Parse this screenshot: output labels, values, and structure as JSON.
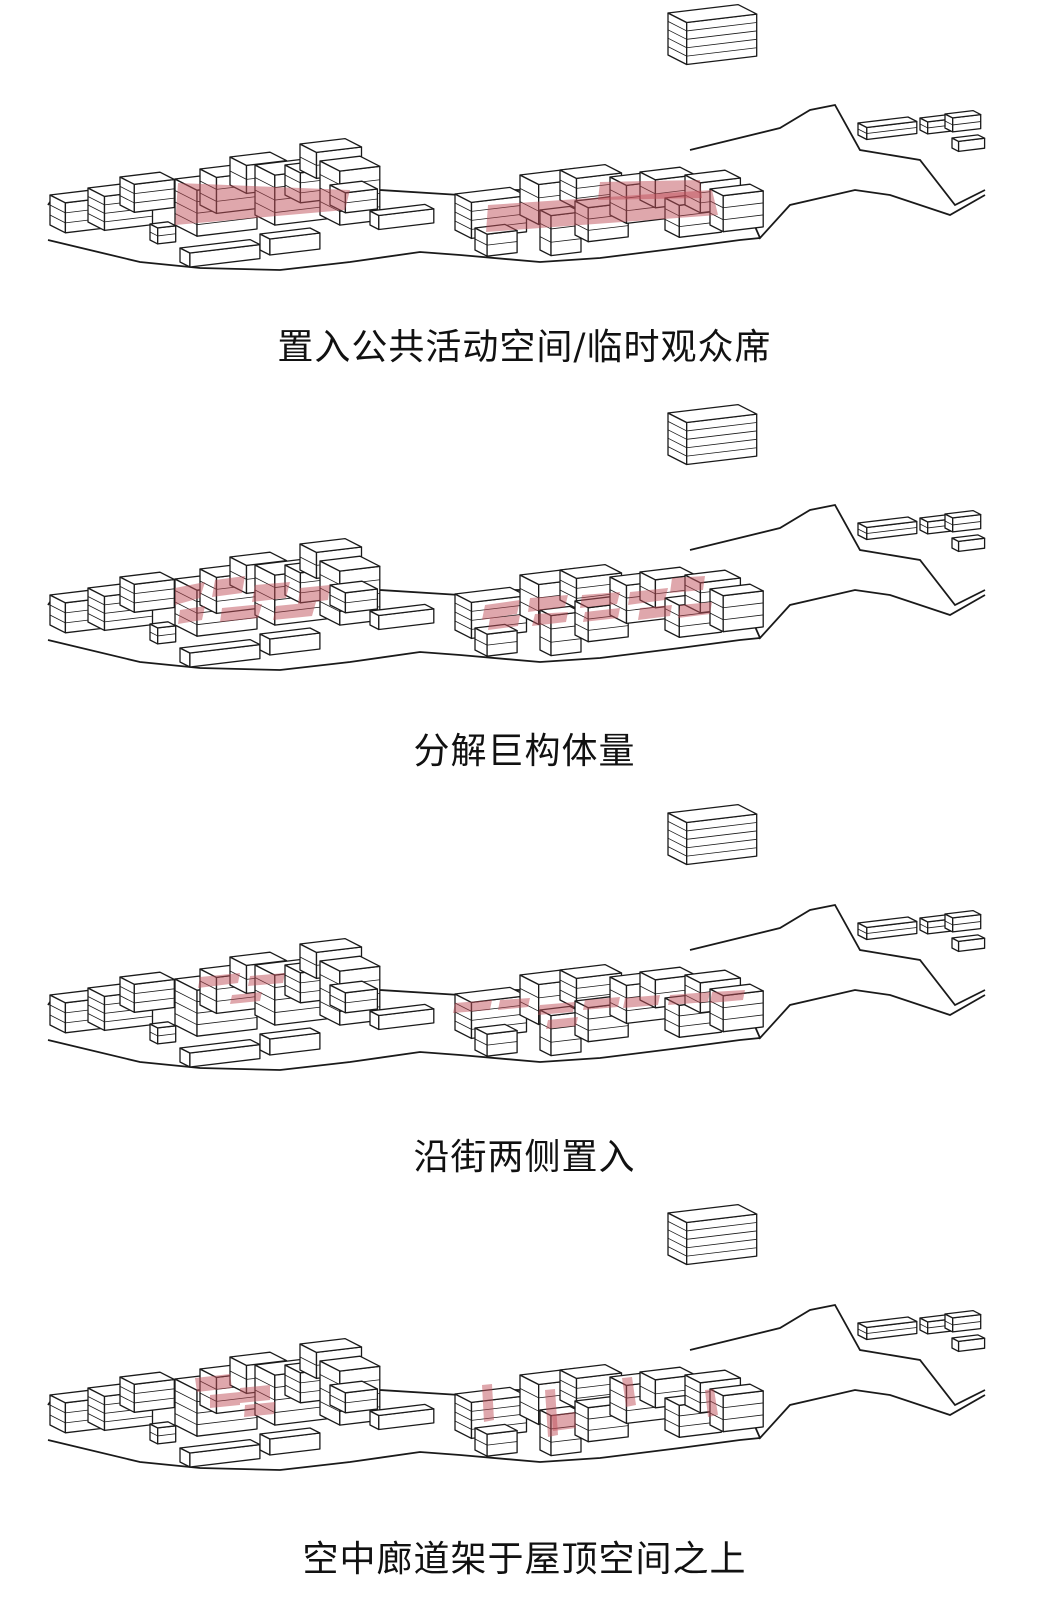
{
  "colors": {
    "stroke": "#1a1a1a",
    "fill": "#ffffff",
    "highlight": "#c0505a"
  },
  "panels": [
    {
      "caption": "置入公共活动空间/临时观众席",
      "variant": "public-space"
    },
    {
      "caption": "分解巨构体量",
      "variant": "decompose"
    },
    {
      "caption": "沿街两侧置入",
      "variant": "street-sides"
    },
    {
      "caption": "空中廊道架于屋顶空间之上",
      "variant": "sky-corridor"
    }
  ]
}
